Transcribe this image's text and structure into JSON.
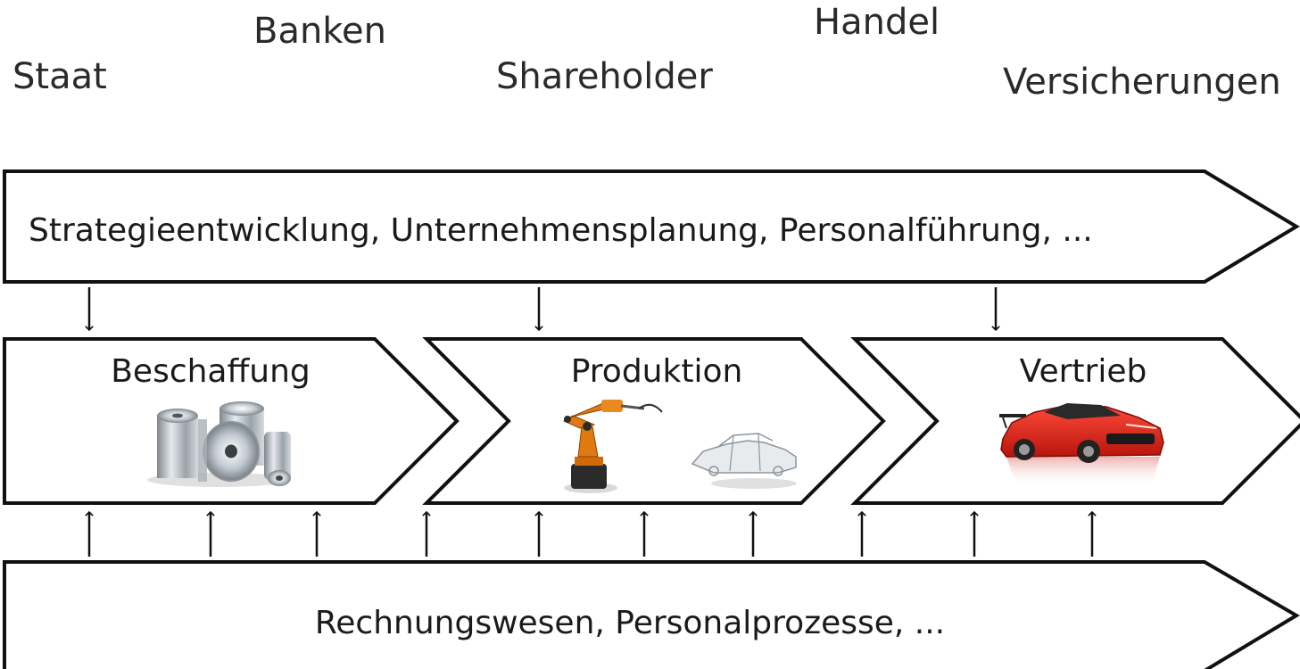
{
  "stakeholders": {
    "staat": "Staat",
    "banken": "Banken",
    "shareholder": "Shareholder",
    "handel": "Handel",
    "versicherungen": "Versicherungen"
  },
  "management_band": {
    "label": "Strategieentwicklung, Unternehmensplanung, Personalführung, ..."
  },
  "core_processes": [
    {
      "label": "Beschaffung",
      "image": "aluminium-rolls-image"
    },
    {
      "label": "Produktion",
      "image": "industrial-robot-and-car-body-image"
    },
    {
      "label": "Vertrieb",
      "image": "red-sports-car-image"
    }
  ],
  "support_band": {
    "label": "Rechnungswesen, Personalprozesse, ..."
  },
  "colors": {
    "outline": "#111111",
    "robot": "#e07a10",
    "car": "#e0271c",
    "metal": "#b8c0c8"
  }
}
